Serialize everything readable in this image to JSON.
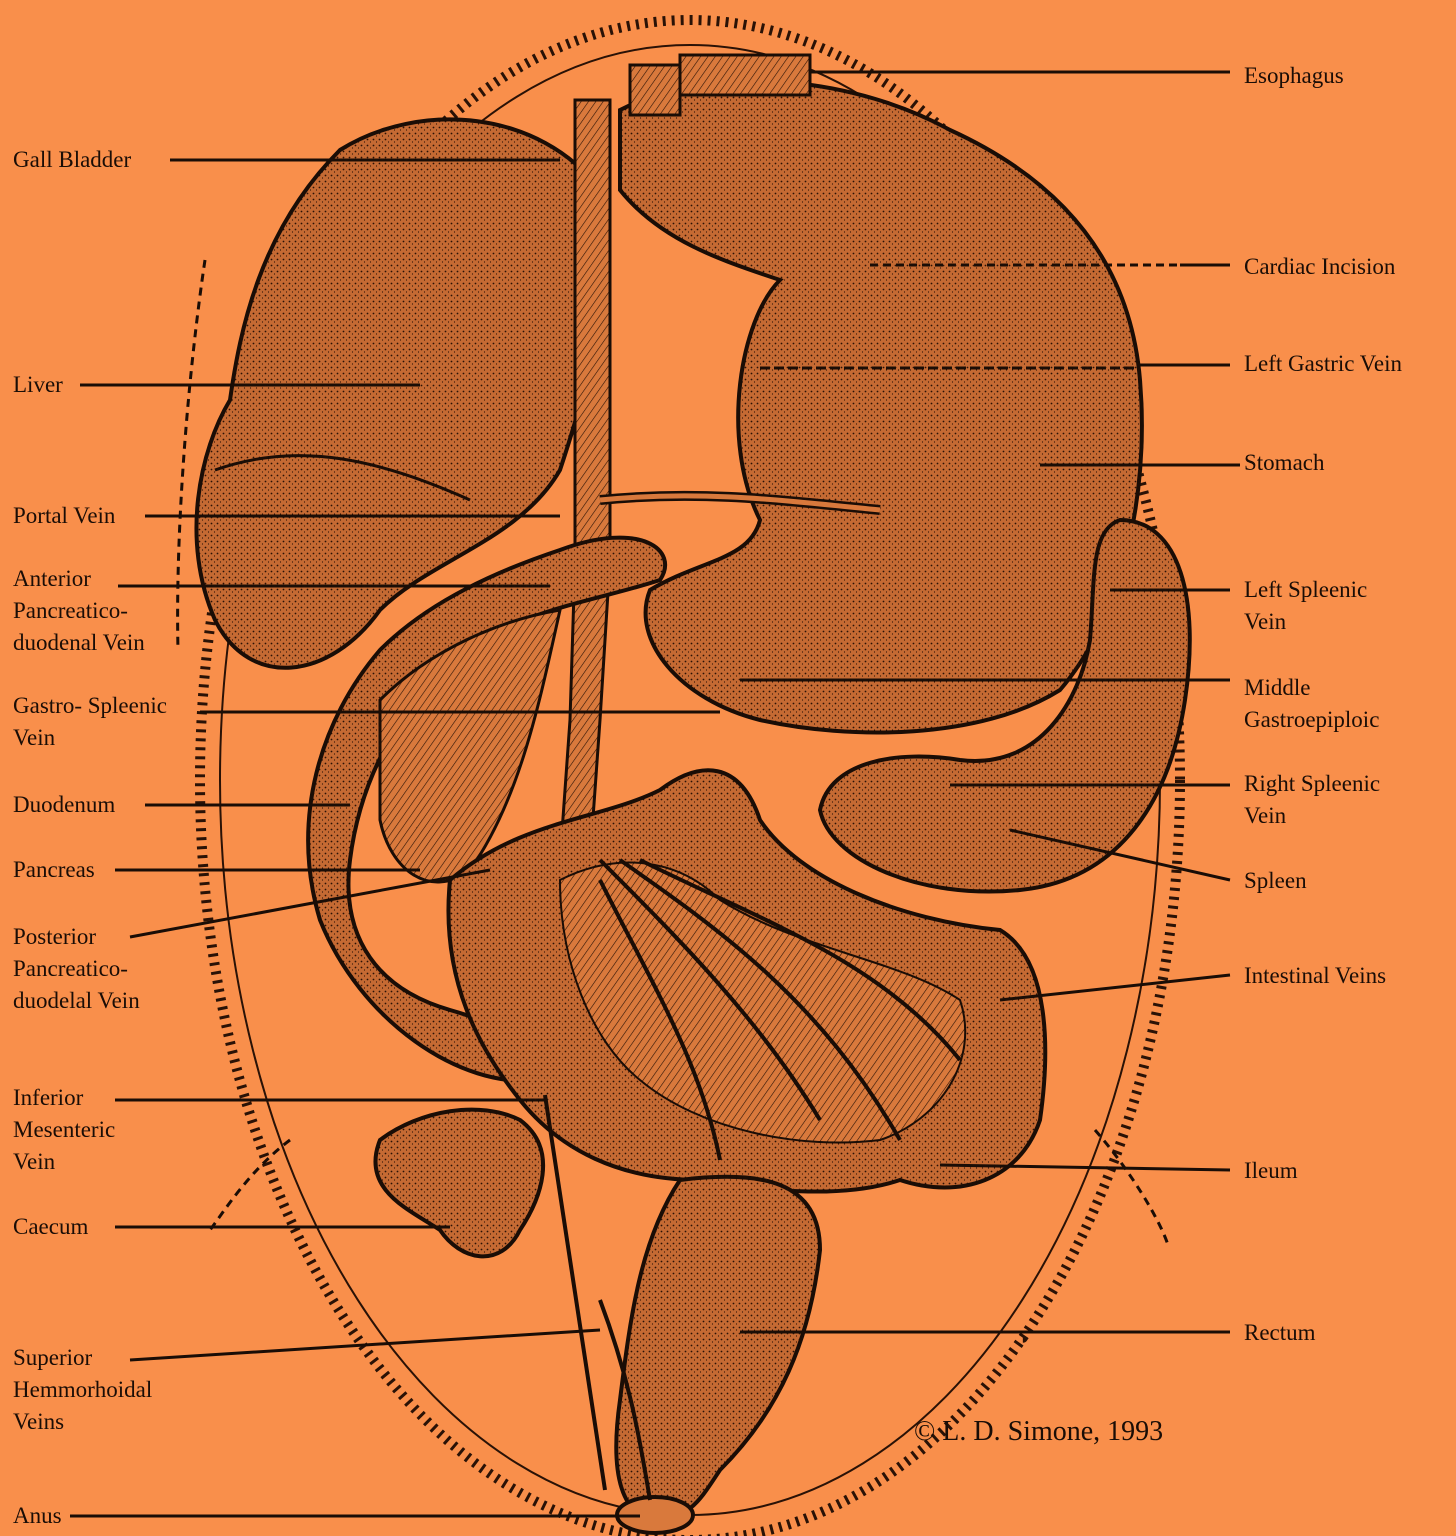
{
  "colors": {
    "background": "#f98f4b",
    "ink": "#1a0d06",
    "organ_fill": "#b8602d"
  },
  "labels_left": {
    "gall_bladder": "Gall Bladder",
    "liver": "Liver",
    "portal_vein": "Portal Vein",
    "anterior_pd_vein": "Anterior Pancreatico- duodenal Vein",
    "gastro_spleenic_vein": "Gastro- Spleenic Vein",
    "duodenum": "Duodenum",
    "pancreas": "Pancreas",
    "posterior_pd_vein": "Posterior Pancreatico- duodelal Vein",
    "inferior_mesenteric_vein": "Inferior Mesenteric Vein",
    "caecum": "Caecum",
    "superior_hemmorhoidal_veins": "Superior Hemmorhoidal Veins",
    "anus": "Anus"
  },
  "labels_right": {
    "esophagus": "Esophagus",
    "cardiac_incision": "Cardiac Incision",
    "left_gastric_vein": "Left Gastric Vein",
    "stomach": "Stomach",
    "left_spleenic_vein": "Left Spleenic Vein",
    "middle_gastroepiploic": "Middle Gastroepiploic",
    "right_spleenic_vein": "Right Spleenic Vein",
    "spleen": "Spleen",
    "intestinal_veins": "Intestinal Veins",
    "ileum": "Ileum",
    "rectum": "Rectum"
  },
  "credit": "© L. D. Simone, 1993"
}
